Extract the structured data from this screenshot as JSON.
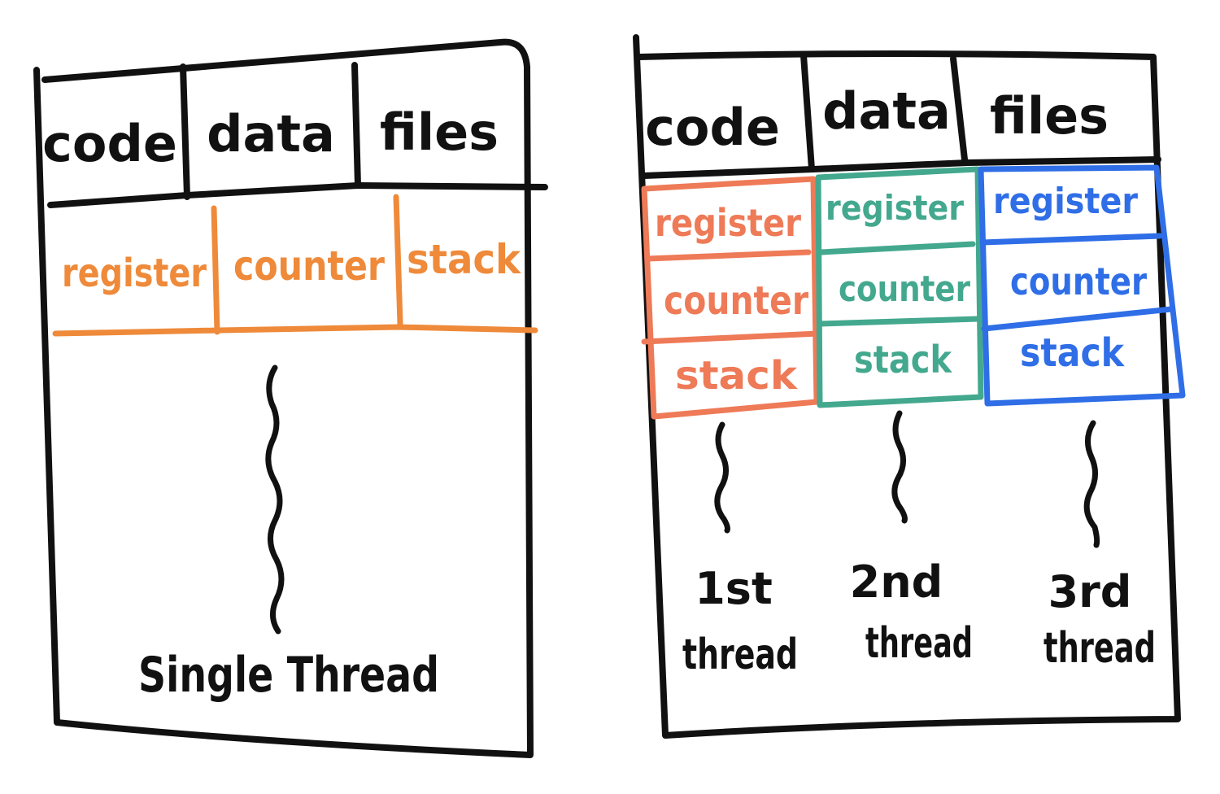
{
  "colors": {
    "ink": "#111111",
    "single_thread": "#EE8A3A",
    "thread_1": "#EE7A57",
    "thread_2": "#43A88E",
    "thread_3": "#2F6EE6"
  },
  "single": {
    "shared": [
      "code",
      "data",
      "files"
    ],
    "per_thread": [
      "register",
      "counter",
      "stack"
    ],
    "caption": "Single Thread"
  },
  "multi": {
    "shared": [
      "code",
      "data",
      "files"
    ],
    "threads": [
      {
        "fields": [
          "register",
          "counter",
          "stack"
        ],
        "label_line1": "1st",
        "label_line2": "thread"
      },
      {
        "fields": [
          "register",
          "counter",
          "stack"
        ],
        "label_line1": "2nd",
        "label_line2": "thread"
      },
      {
        "fields": [
          "register",
          "counter",
          "stack"
        ],
        "label_line1": "3rd",
        "label_line2": "thread"
      }
    ]
  }
}
